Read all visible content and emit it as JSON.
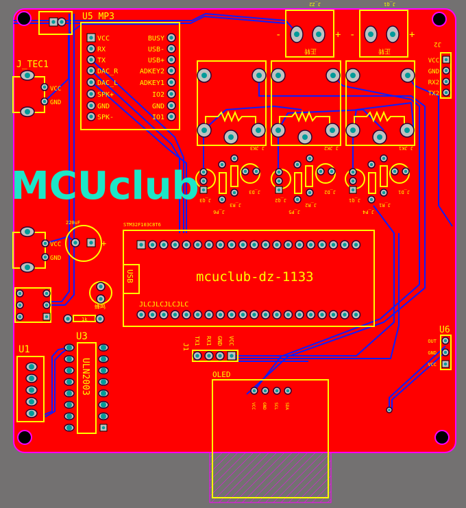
{
  "logo": "MCUclub",
  "board_title": "mcuclub-dz-1133",
  "jlc_text": "JLCJLCJLCJLC",
  "module_label": "STM32F103C8T6",
  "usb_label": "USB",
  "u5": {
    "label": "U5  MP3",
    "left_pins": [
      "VCC",
      "RX",
      "TX",
      "DAC_R",
      "DAC_L",
      "SPK+",
      "GND",
      "SPK-"
    ],
    "right_pins": [
      "BUSY",
      "USB-",
      "USB+",
      "ADKEY2",
      "ADKEY1",
      "IO2",
      "GND",
      "IO1"
    ]
  },
  "j_tec1": {
    "label": "J_TEC1",
    "pins": [
      "VCC",
      "GND"
    ]
  },
  "power2": {
    "pins": [
      "VCC",
      "GND"
    ]
  },
  "cap_label": "220uF",
  "buzzer_label": "蜂鸣",
  "resistor_label": "1k",
  "u1_label": "U1",
  "u3": {
    "label": "U3",
    "chip": "ULN2003"
  },
  "j1": {
    "label": "J1",
    "pins": [
      "TX1",
      "RX1",
      "GND",
      "VCC"
    ]
  },
  "oled": {
    "label": "OLED",
    "pins": [
      "VCC",
      "GND",
      "SCL",
      "SDA"
    ]
  },
  "u6": {
    "label": "U6",
    "pins": [
      "OUT",
      "GND",
      "VCC"
    ]
  },
  "j2": {
    "label": "J2",
    "pins": [
      "VCC",
      "GND",
      "RX2",
      "TX2"
    ]
  },
  "top_connectors": [
    {
      "label": "J_Z2",
      "body": "正转"
    },
    {
      "label": "J_Q1",
      "body": "正转"
    }
  ],
  "plus_minus": [
    "-",
    "+"
  ],
  "relays": [
    "J_JK3",
    "J_JK2",
    "J_JK1"
  ],
  "small_parts": [
    "J_Q3",
    "J_P6",
    "J_R3",
    "J_D3",
    "J_Q2",
    "J_P5",
    "J_R2",
    "J_D2",
    "J_Q1",
    "J_P4",
    "J_R1",
    "J_D1"
  ],
  "colors": {
    "board": "#ff0000",
    "silk": "#ffff00",
    "trace": "#0b1dff",
    "outline": "#ff00ff",
    "logo": "#1de6c8",
    "background": "#737171"
  }
}
